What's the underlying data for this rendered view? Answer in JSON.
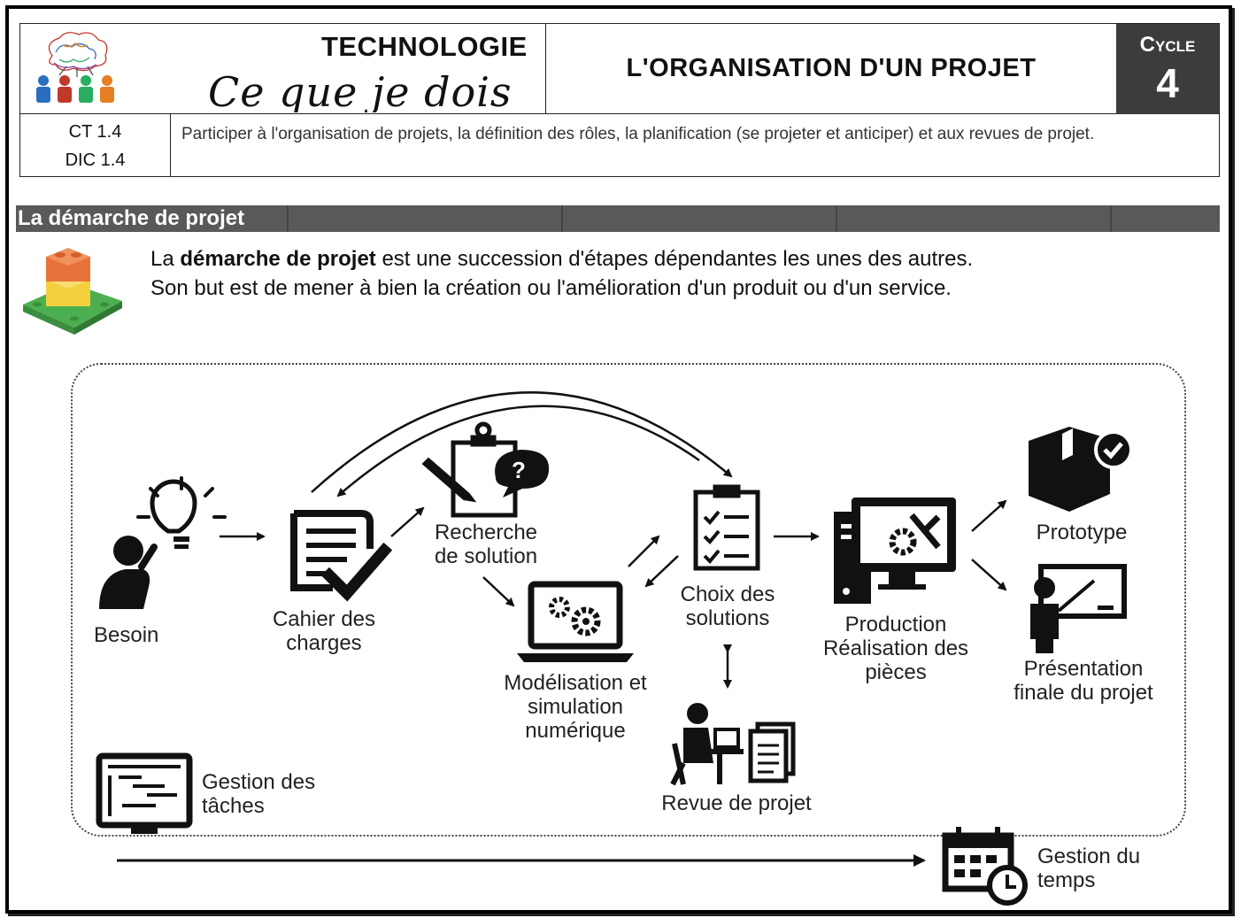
{
  "header": {
    "subject": "TECHNOLOGIE",
    "subtitle": "Ce que je dois",
    "title": "L'ORGANISATION D'UN PROJET",
    "cycle_label": "Cycle",
    "cycle_number": "4",
    "codes": [
      "CT 1.4",
      "DIC 1.4"
    ],
    "description": "Participer à l'organisation de projets, la définition des rôles, la planification (se projeter et anticiper) et aux revues de projet."
  },
  "section": {
    "title": "La démarche de projet"
  },
  "intro": {
    "line1_pre": "La ",
    "line1_bold": "démarche de projet",
    "line1_post": " est une succession d'étapes dépendantes les unes des autres.",
    "line2": "Son but est de mener à bien la création ou l'amélioration d'un produit ou d'un service."
  },
  "steps": {
    "besoin": "Besoin",
    "cahier_1": "Cahier des",
    "cahier_2": "charges",
    "recherche_1": "Recherche",
    "recherche_2": "de solution",
    "modelisation_1": "Modélisation et",
    "modelisation_2": "simulation",
    "modelisation_3": "numérique",
    "choix_1": "Choix des",
    "choix_2": "solutions",
    "production_1": "Production",
    "production_2": "Réalisation des",
    "production_3": "pièces",
    "prototype": "Prototype",
    "presentation_1": "Présentation",
    "presentation_2": "finale du projet",
    "revue": "Revue de projet",
    "gestion_taches_1": "Gestion des",
    "gestion_taches_2": "tâches",
    "gestion_temps_1": "Gestion du",
    "gestion_temps_2": "temps"
  },
  "colors": {
    "cycle_bg": "#3c3c3c",
    "section_bar": "#595959",
    "icon": "#111111",
    "logo_people": [
      "#2a6fbf",
      "#c0392b",
      "#27ae60",
      "#e67e22"
    ],
    "lego": [
      "#e8733a",
      "#f4d03f",
      "#5cb85c"
    ]
  },
  "icons": [
    "team-logo-icon",
    "lego-blocks-icon",
    "lightbulb-thinker-icon",
    "document-check-icon",
    "clipboard-question-icon",
    "laptop-gears-icon",
    "checklist-icon",
    "computer-tools-icon",
    "box-check-icon",
    "presenter-board-icon",
    "desk-meeting-icon",
    "gantt-monitor-icon",
    "calendar-clock-icon"
  ]
}
